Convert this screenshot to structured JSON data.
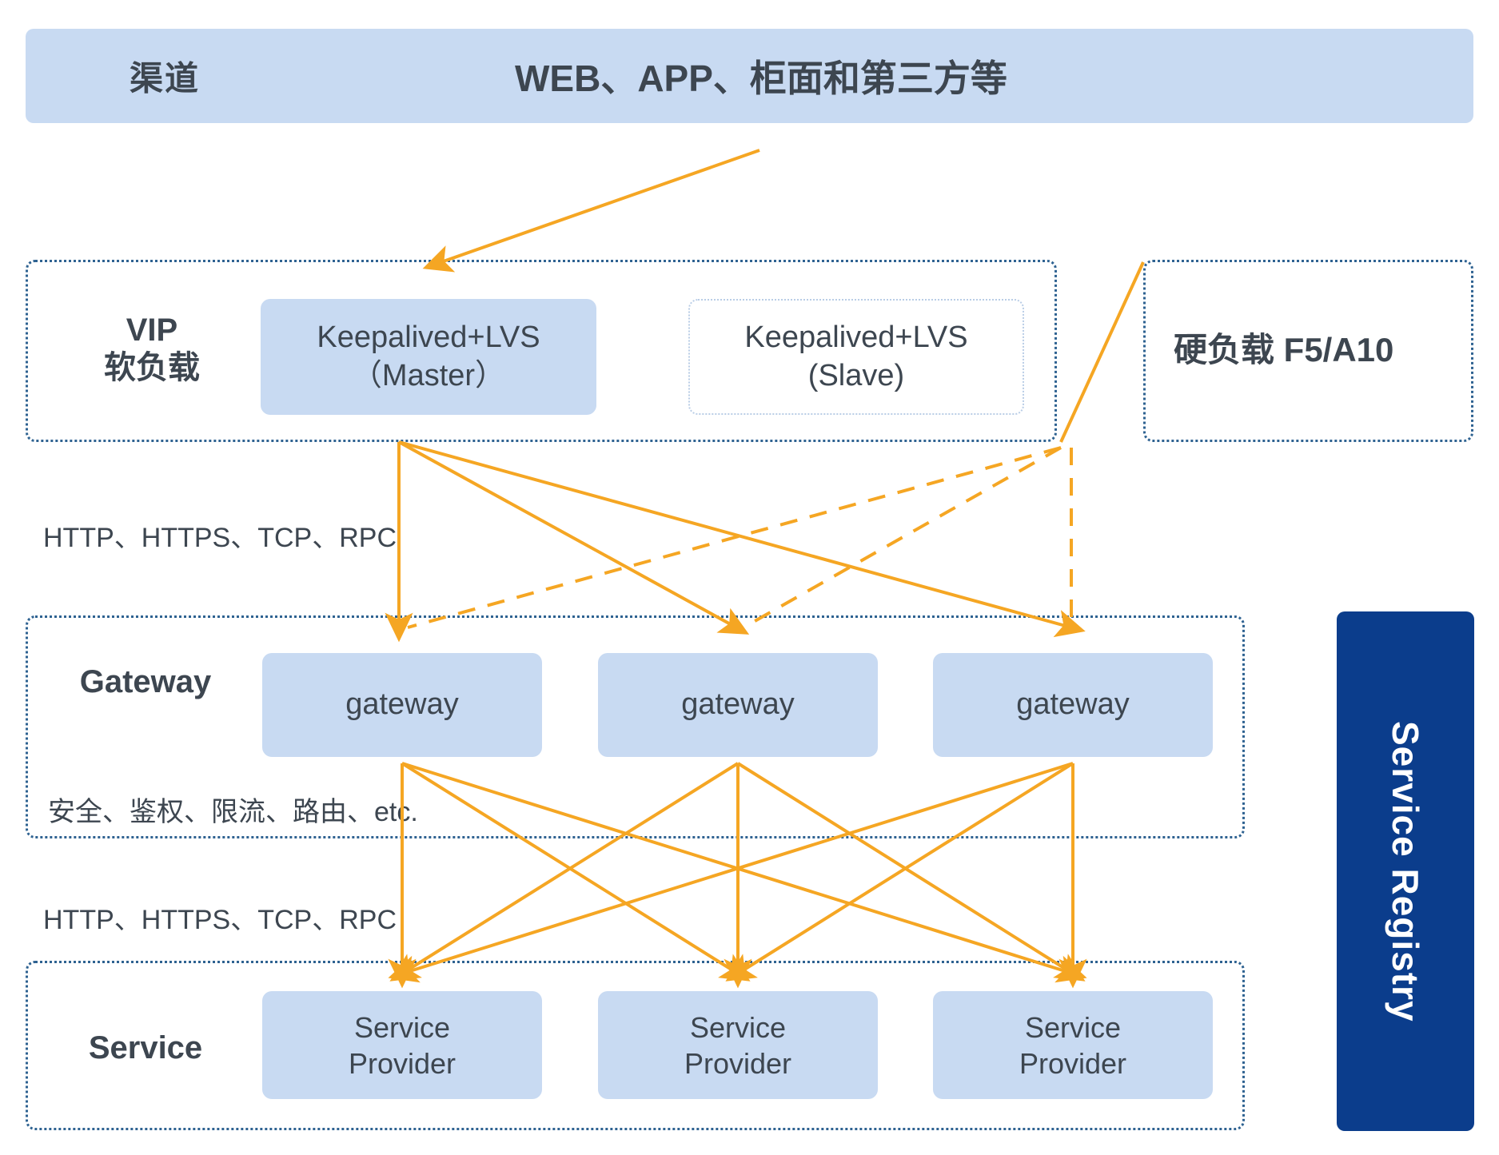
{
  "diagram": {
    "accent_color": "#f5a623",
    "card_fill": "#c8daf2",
    "border_color": "#2e6291",
    "registry_color": "#0b3d8c",
    "text_color": "#3d4650"
  },
  "channel": {
    "label": "渠道",
    "title": "WEB、APP、柜面和第三方等"
  },
  "vip_layer": {
    "title_line1": "VIP",
    "title_line2": "软负载",
    "nodes": [
      {
        "line1": "Keepalived+LVS",
        "line2": "（Master）",
        "state": "active"
      },
      {
        "line1": "Keepalived+LVS",
        "line2": "(Slave)",
        "state": "standby"
      }
    ]
  },
  "hardware_lb": {
    "label": "硬负载  F5/A10"
  },
  "gateway_layer": {
    "title": "Gateway",
    "nodes": [
      {
        "label": "gateway"
      },
      {
        "label": "gateway"
      },
      {
        "label": "gateway"
      }
    ],
    "footer_label": "安全、鉴权、限流、路由、etc."
  },
  "service_layer": {
    "title": "Service",
    "nodes": [
      {
        "line1": "Service",
        "line2": "Provider"
      },
      {
        "line1": "Service",
        "line2": "Provider"
      },
      {
        "line1": "Service",
        "line2": "Provider"
      }
    ]
  },
  "edge_labels": {
    "vip_to_gateway": "HTTP、HTTPS、TCP、RPC",
    "gateway_to_service": "HTTP、HTTPS、TCP、RPC"
  },
  "service_registry": {
    "label": "Service Registry"
  }
}
